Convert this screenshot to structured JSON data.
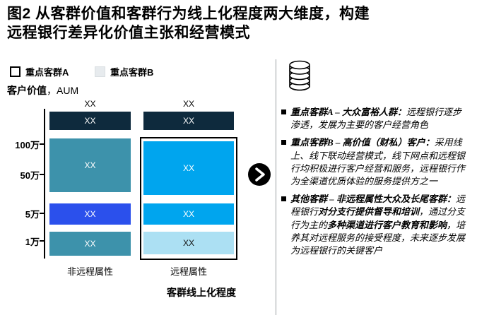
{
  "figure": {
    "title_line1": "图2 从客群价值和客群行为线上化程度两大维度，构建",
    "title_line2": "远程银行差异化价值主张和经营模式"
  },
  "legend": {
    "a": "重点客群A",
    "b": "重点客群B"
  },
  "labels": {
    "y_title_bold": "客户价值",
    "y_title_rest": "，AUM"
  },
  "colors": {
    "navy": "#0e2a3d",
    "teal": "#3d92ab",
    "royal_blue": "#2b50ec",
    "cyan": "#00a5ee",
    "light_cyan": "#ace0f3",
    "legend_b_fill": "#e7ebee"
  },
  "chart_data": {
    "type": "table",
    "title": "图2 从客群价值和客群行为线上化程度两大维度，构建远程银行差异化价值主张和经营模式",
    "xlabel": "客群线上化程度",
    "ylabel": "客户价值，AUM",
    "y_ticks": [
      "100万",
      "50万",
      "5万",
      "1万"
    ],
    "x_categories": [
      "非远程属性",
      "远程属性"
    ],
    "legend": [
      "重点客群A",
      "重点客群B"
    ],
    "columns": [
      {
        "category": "非远程属性",
        "top_label": "XX",
        "highlight_group": false,
        "cells": [
          {
            "band": "100万以上",
            "label": "XX",
            "color": "#0e2a3d"
          },
          {
            "band": "5万–100万",
            "label": "XX",
            "color": "#3d92ab"
          },
          {
            "band": "1万–5万",
            "label": "XX",
            "color": "#2b50ec"
          },
          {
            "band": "1万以下",
            "label": "XX",
            "color": "#3d92ab"
          }
        ]
      },
      {
        "category": "远程属性",
        "top_label": "XX",
        "highlight_group": true,
        "cells": [
          {
            "band": "100万以上",
            "label": "XX",
            "color": "#0e2a3d"
          },
          {
            "band": "5万–100万",
            "label": "XX",
            "color": "#00a5ee"
          },
          {
            "band": "1万–5万",
            "label": "XX",
            "color": "#00a5ee"
          },
          {
            "band": "1万以下",
            "label": "XX",
            "color": "#ace0f3"
          }
        ]
      }
    ]
  },
  "bullets": [
    {
      "segments": [
        {
          "bold": true,
          "text": "重点客群A – 大众富裕人群："
        },
        {
          "bold": false,
          "text": "远程银行逐步渗透，发展为主要的客户经营角色"
        }
      ]
    },
    {
      "segments": [
        {
          "bold": true,
          "text": "重点客群B – 高价值（财私）客户："
        },
        {
          "bold": false,
          "text": "采用线上、线下联动经营模式，线下网点和远程银行均积极进行客户经营和服务，远程银行作为全渠道优质体验的服务提供方之一"
        }
      ]
    },
    {
      "segments": [
        {
          "bold": true,
          "text": "其他客群 – 非远程属性大众及长尾客群："
        },
        {
          "bold": false,
          "text": "远程银行"
        },
        {
          "bold": true,
          "text": "对分支行提供督导和培训"
        },
        {
          "bold": false,
          "text": "，通过分支行为主的"
        },
        {
          "bold": true,
          "text": "多种渠道进行客户教育和影响"
        },
        {
          "bold": false,
          "text": "，培养其对远程服务的接受程度，未来逐步发展为远程银行的关键客户"
        }
      ]
    }
  ]
}
